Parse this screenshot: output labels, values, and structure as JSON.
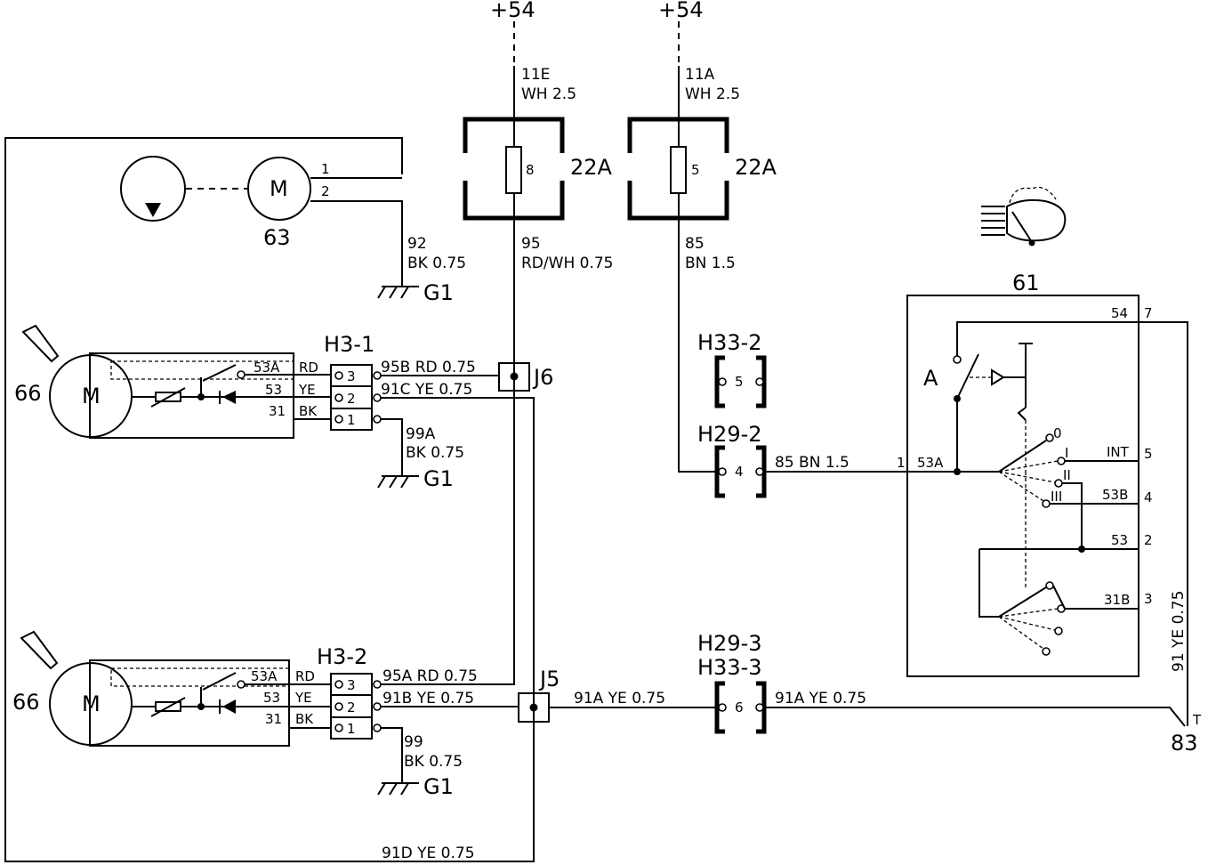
{
  "supply": {
    "left_label": "+54",
    "right_label": "+54"
  },
  "fuses": [
    {
      "number": "8",
      "rating": "22A",
      "wire_in_id": "11E",
      "wire_in_spec": "WH 2.5",
      "wire_out_id": "95",
      "wire_out_spec": "RD/WH 0.75"
    },
    {
      "number": "5",
      "rating": "22A",
      "wire_in_id": "11A",
      "wire_in_spec": "WH 2.5",
      "wire_out_id": "85",
      "wire_out_spec": "BN 1.5"
    }
  ],
  "washer_pump": {
    "component_id": "63",
    "motor_symbol": "M",
    "terminals": [
      "1",
      "2"
    ],
    "ground_wire_id": "92",
    "ground_wire_spec": "BK 0.75",
    "ground_label": "G1"
  },
  "wiper_motors": [
    {
      "component_id": "66",
      "motor_symbol": "M",
      "connector": "H3-1",
      "terminals": [
        "53A",
        "53",
        "31"
      ],
      "colors": [
        "RD",
        "YE",
        "BK"
      ],
      "pins": [
        "3",
        "2",
        "1"
      ],
      "wires": [
        "95B RD 0.75",
        "91C YE 0.75"
      ],
      "ground_wire_id": "99A",
      "ground_wire_spec": "BK 0.75",
      "ground_label": "G1"
    },
    {
      "component_id": "66",
      "motor_symbol": "M",
      "connector": "H3-2",
      "terminals": [
        "53A",
        "53",
        "31"
      ],
      "colors": [
        "RD",
        "YE",
        "BK"
      ],
      "pins": [
        "3",
        "2",
        "1"
      ],
      "wires": [
        "95A RD 0.75",
        "91B YE 0.75"
      ],
      "ground_wire_id": "99",
      "ground_wire_spec": "BK 0.75",
      "ground_label": "G1"
    }
  ],
  "junctions": {
    "upper": "J6",
    "lower": "J5"
  },
  "connectors": {
    "h33_2": {
      "label": "H33-2",
      "pin": "5"
    },
    "h29_2": {
      "label": "H29-2",
      "pin": "4",
      "wire": "85 BN 1.5"
    },
    "h29_3": {
      "label_top": "H29-3",
      "label_bottom": "H33-3",
      "pin": "6",
      "wire_left": "91A YE 0.75",
      "wire_right": "91A YE 0.75"
    }
  },
  "wiper_switch": {
    "component_id": "61",
    "contact_label": "A",
    "input_pin": "1",
    "input_terminal": "53A",
    "terminals": [
      {
        "name": "54",
        "pin": "7"
      },
      {
        "name": "INT",
        "pin": "5"
      },
      {
        "name": "53B",
        "pin": "4"
      },
      {
        "name": "53",
        "pin": "2"
      },
      {
        "name": "31B",
        "pin": "3"
      }
    ],
    "positions": [
      "0",
      "I",
      "II",
      "III"
    ]
  },
  "bottom_wire": "91D YE 0.75",
  "right_wire": "91 YE 0.75",
  "terminal_83": {
    "component_id": "83",
    "pin": "T"
  }
}
